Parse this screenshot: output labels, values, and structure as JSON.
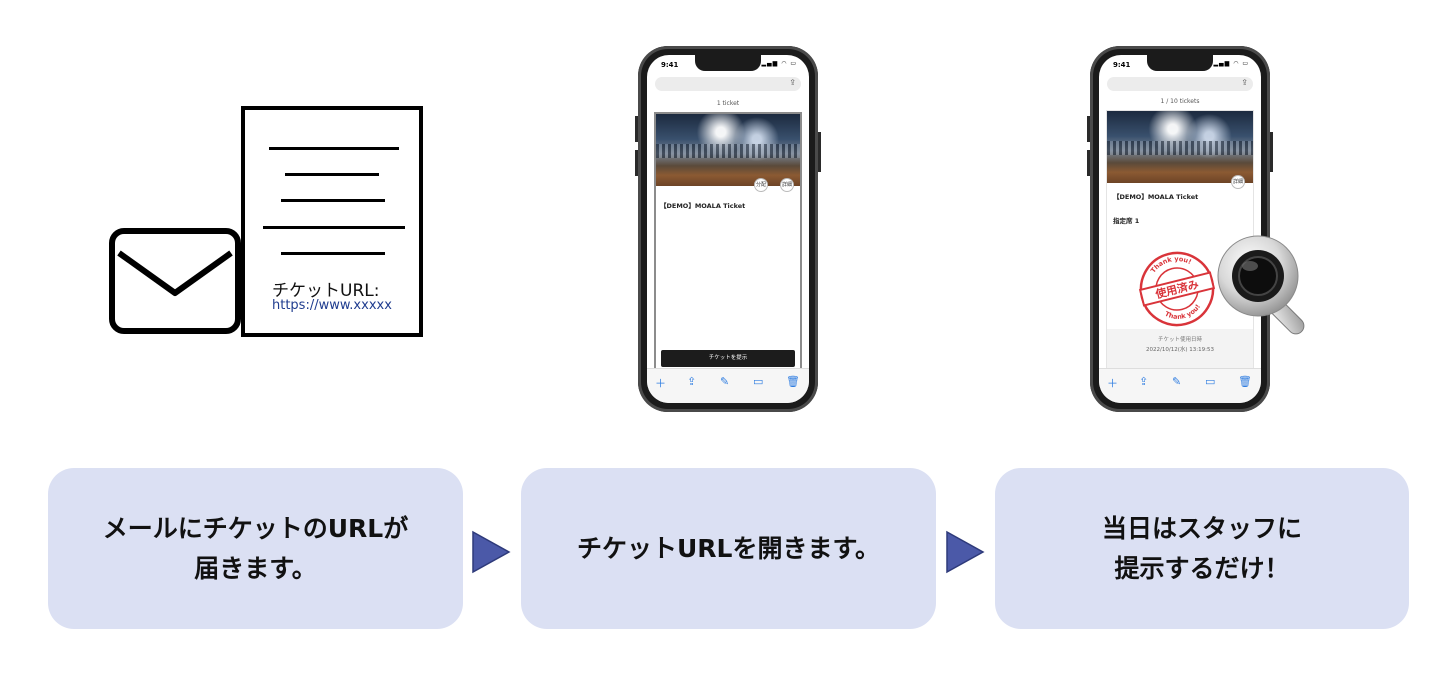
{
  "document": {
    "ticket_label": "チケットURL:",
    "url": "https://www.xxxxx"
  },
  "phone1": {
    "time": "9:41",
    "ticket_count": "1 ticket",
    "ticket_title": "【DEMO】MOALA Ticket",
    "btn_left_label": "分配",
    "btn_right_label": "詳細",
    "present_button": "チケットを提示"
  },
  "phone2": {
    "time": "9:41",
    "ticket_count": "1 / 10 tickets",
    "ticket_title": "【DEMO】MOALA Ticket",
    "seat": "指定席 1",
    "btn_label": "詳細",
    "stamp_main": "使用済み",
    "stamp_ring_top": "Thank you!",
    "stamp_ring_bottom": "Thank you!",
    "used_label": "チケット使用日時",
    "used_datetime": "2022/10/12(水) 13:19:53"
  },
  "steps": [
    {
      "text": "メールにチケットのURLが\n届きます。"
    },
    {
      "text": "チケットURLを開きます。"
    },
    {
      "text": "当日はスタッフに\n提示するだけ！"
    }
  ],
  "colors": {
    "caption_bg": "#dbe0f3",
    "arrow_fill": "#4b59a8",
    "url_text": "#1f3c8f",
    "ios_blue": "#2f7de1",
    "stamp_red": "#d9343a"
  },
  "icons": [
    "envelope-icon",
    "document-icon",
    "arrow-right-icon",
    "magnifier-icon",
    "plus-icon",
    "share-icon",
    "edit-icon",
    "folder-icon",
    "trash-icon"
  ]
}
